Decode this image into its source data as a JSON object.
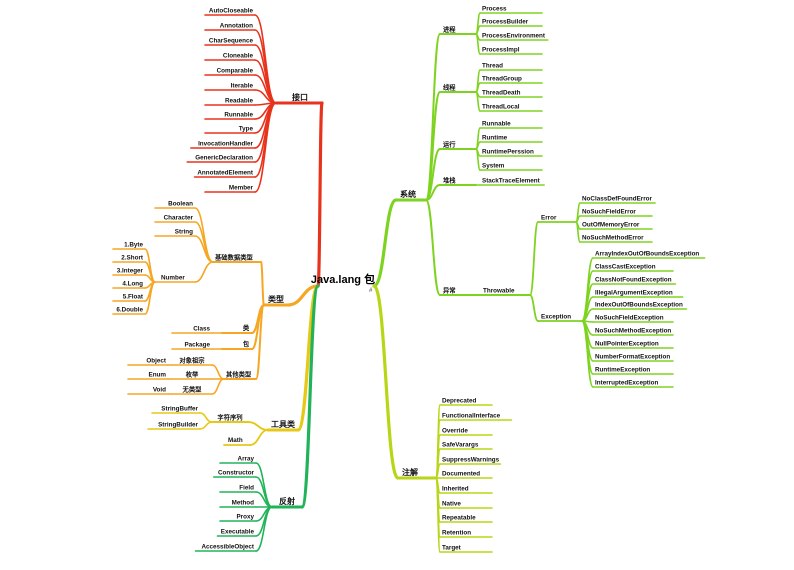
{
  "root": {
    "title": "Java.lang 包",
    "mark": "#"
  },
  "colors": {
    "interface": "#e8331c",
    "types": "#f5a623",
    "tools": "#e6c817",
    "reflection": "#22b35a",
    "system": "#7ed321",
    "annotation": "#b8d615"
  },
  "branches": {
    "interface": {
      "label": "接口",
      "items": [
        "AutoCloseable",
        "Annotation",
        "CharSequence",
        "Cloneable",
        "Comparable",
        "Iterable",
        "Readable",
        "Runnable",
        "Type",
        "InvocationHandler",
        "GenericDeclaration",
        "AnnotatedElement",
        "Member"
      ]
    },
    "types": {
      "label": "类型",
      "basic": {
        "label": "基础数据类型",
        "items": [
          "Boolean",
          "Character",
          "String"
        ],
        "number": {
          "label": "Number",
          "items": [
            "1.Byte",
            "2.Short",
            "3.Integer",
            "4.Long",
            "5.Float",
            "6.Double"
          ]
        }
      },
      "clazz": {
        "label": "类",
        "item": "Class"
      },
      "pkg": {
        "label": "包",
        "item": "Package"
      },
      "other": {
        "label": "其他类型",
        "groups": [
          {
            "label": "对象祖宗",
            "item": "Object"
          },
          {
            "label": "枚举",
            "item": "Enum"
          },
          {
            "label": "无类型",
            "item": "Void"
          }
        ]
      }
    },
    "tools": {
      "label": "工具类",
      "strseq": {
        "label": "字符序列",
        "items": [
          "StringBuffer",
          "StringBuilder"
        ]
      },
      "math": "Math"
    },
    "reflection": {
      "label": "反射",
      "items": [
        "Array",
        "Constructor",
        "Field",
        "Method",
        "Proxy",
        "Executable",
        "AccessibleObject"
      ]
    },
    "system": {
      "label": "系统",
      "groups": [
        {
          "label": "进程",
          "items": [
            "Process",
            "ProcessBuilder",
            "ProcessEnvironment",
            "ProcessImpl"
          ]
        },
        {
          "label": "线程",
          "items": [
            "Thread",
            "ThreadGroup",
            "ThreadDeath",
            "ThreadLocal"
          ]
        },
        {
          "label": "运行",
          "items": [
            "Runnable",
            "Runtime",
            "RuntimePerssion",
            "System"
          ]
        },
        {
          "label": "堆栈",
          "items": [
            "StackTraceElement"
          ]
        }
      ],
      "exception": {
        "label": "异常",
        "throwable": "Throwable",
        "error": {
          "label": "Error",
          "items": [
            "NoClassDefFoundError",
            "NoSuchFieldError",
            "OutOfMemoryError",
            "NoSuchMethodError"
          ]
        },
        "exception": {
          "label": "Exception",
          "items": [
            "ArrayIndexOutOfBoundsException",
            "ClassCastException",
            "ClassNotFoundException",
            "IllegalArgumentException",
            "IndexOutOfBoundsException",
            "NoSuchFieldException",
            "NoSuchMethodException",
            "NullPointerException",
            "NumberFormatException",
            "RuntimeException",
            "InterruptedException"
          ]
        }
      }
    },
    "annotation": {
      "label": "注解",
      "items": [
        "Deprecated",
        "FunctionalInterface",
        "Override",
        "SafeVarargs",
        "SuppressWarnings",
        "Documented",
        "Inherited",
        "Native",
        "Repeatable",
        "Retention",
        "Target"
      ]
    }
  }
}
